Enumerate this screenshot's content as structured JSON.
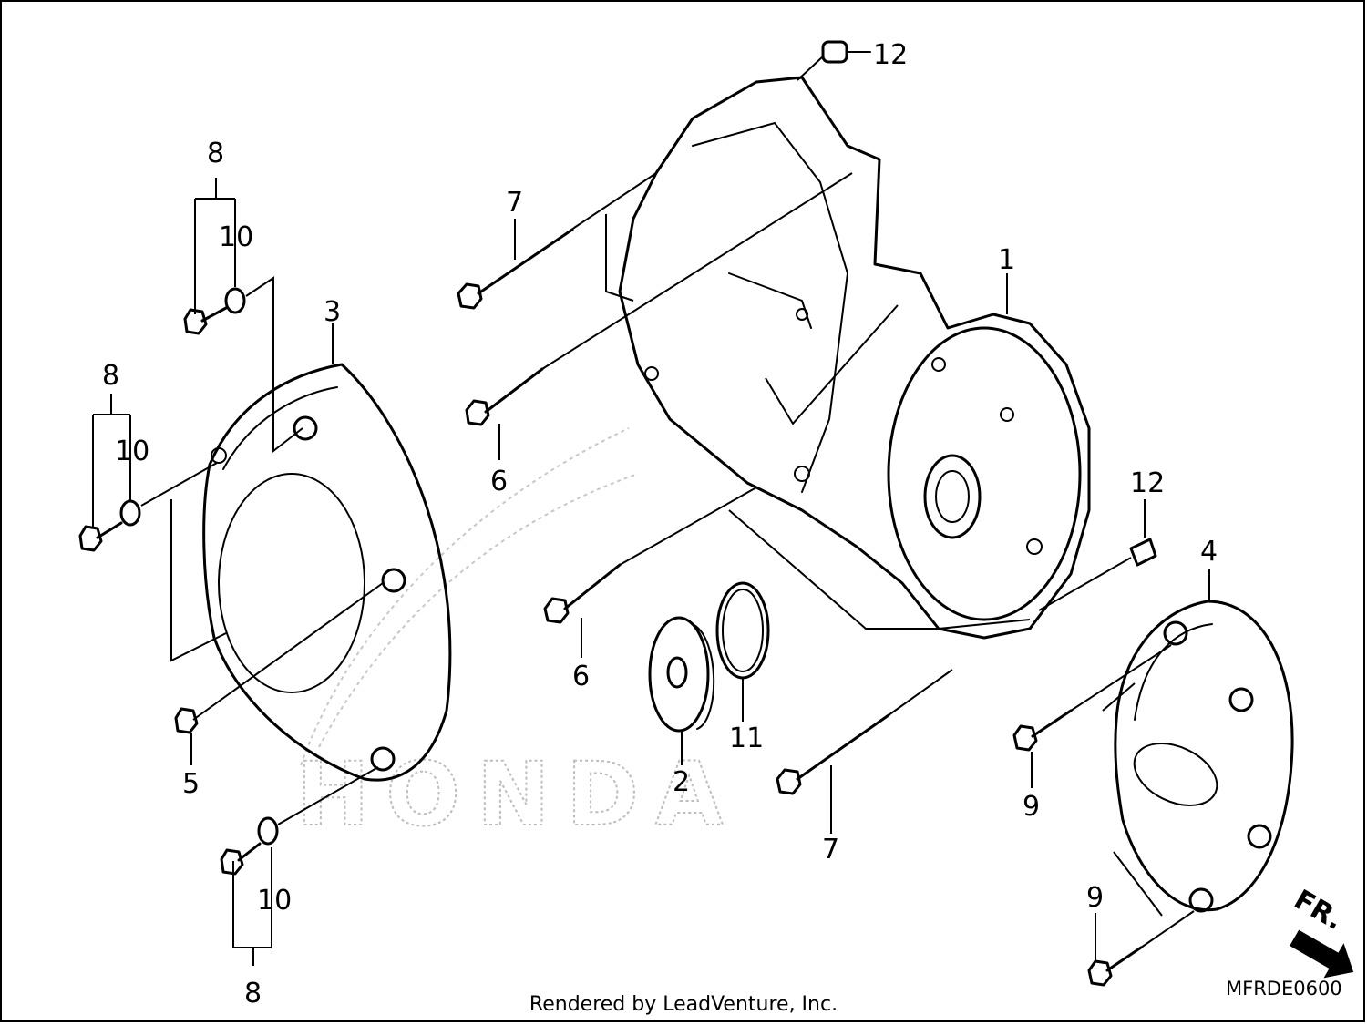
{
  "diagram": {
    "callouts": [
      "1",
      "2",
      "3",
      "4",
      "5",
      "6",
      "6",
      "7",
      "7",
      "8",
      "8",
      "8",
      "9",
      "9",
      "10",
      "10",
      "10",
      "11",
      "12",
      "12"
    ],
    "watermark_text": "HONDA",
    "direction_label": "FR.",
    "diagram_code": "MFRDE0600"
  },
  "footer": {
    "rendered_by": "Rendered by LeadVenture, Inc."
  },
  "colors": {
    "line": "#000000",
    "background": "#ffffff",
    "watermark": "#bdbdbd"
  }
}
